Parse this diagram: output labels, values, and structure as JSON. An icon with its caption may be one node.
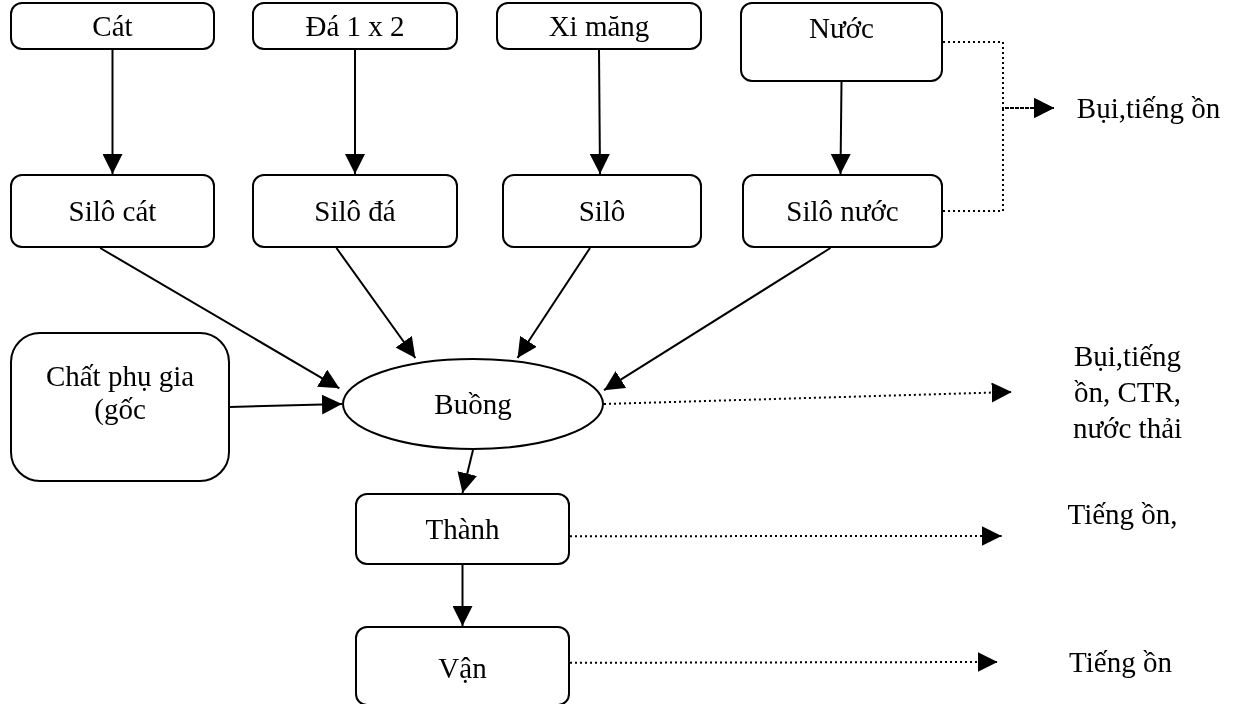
{
  "diagram": {
    "nodes": [
      {
        "text": [
          "Cát"
        ]
      },
      {
        "text": [
          "Đá 1 x 2"
        ]
      },
      {
        "text": [
          "Xi măng"
        ]
      },
      {
        "text": [
          "Nước"
        ]
      },
      {
        "text": [
          "Silô cát"
        ]
      },
      {
        "text": [
          "Silô đá"
        ]
      },
      {
        "text": [
          "Silô"
        ]
      },
      {
        "text": [
          "Silô nước"
        ]
      },
      {
        "text": [
          "Bụi,tiếng ồn"
        ]
      },
      {
        "text": [
          "Chất phụ gia (gốc"
        ]
      },
      {
        "text": [
          "Buồng"
        ]
      },
      {
        "text": [
          "Bụi,tiếng ồn, CTR, nước thải"
        ]
      },
      {
        "text": [
          "Thành"
        ]
      },
      {
        "text": [
          "Tiếng ồn,"
        ]
      },
      {
        "text": [
          "Vận"
        ]
      },
      {
        "text": [
          "Tiếng ồn"
        ]
      }
    ],
    "edges": [
      {
        "from": 0,
        "to": 4,
        "arrow": "to"
      },
      {
        "from": 1,
        "to": 5,
        "arrow": "to"
      },
      {
        "from": 2,
        "to": 6,
        "arrow": "to"
      },
      {
        "from": 3,
        "to": 7,
        "arrow": "to"
      },
      {
        "from": 3,
        "to": 8,
        "arrow": "to",
        "style": "dashed"
      },
      {
        "from": 7,
        "to": 8,
        "arrow": "to",
        "style": "dashed"
      },
      {
        "from": 4,
        "to": 10,
        "arrow": "to"
      },
      {
        "from": 5,
        "to": 10,
        "arrow": "to"
      },
      {
        "from": 6,
        "to": 10,
        "arrow": "to"
      },
      {
        "from": 7,
        "to": 10,
        "arrow": "to"
      },
      {
        "from": 9,
        "to": 10,
        "arrow": "to"
      },
      {
        "from": 10,
        "to": 11,
        "arrow": "to",
        "style": "dashed"
      },
      {
        "from": 10,
        "to": 12,
        "arrow": "to"
      },
      {
        "from": 12,
        "to": 13,
        "arrow": "to",
        "style": "dashed"
      },
      {
        "from": 12,
        "to": 14,
        "arrow": "to"
      },
      {
        "from": 14,
        "to": 15,
        "arrow": "to",
        "style": "dashed"
      }
    ]
  }
}
